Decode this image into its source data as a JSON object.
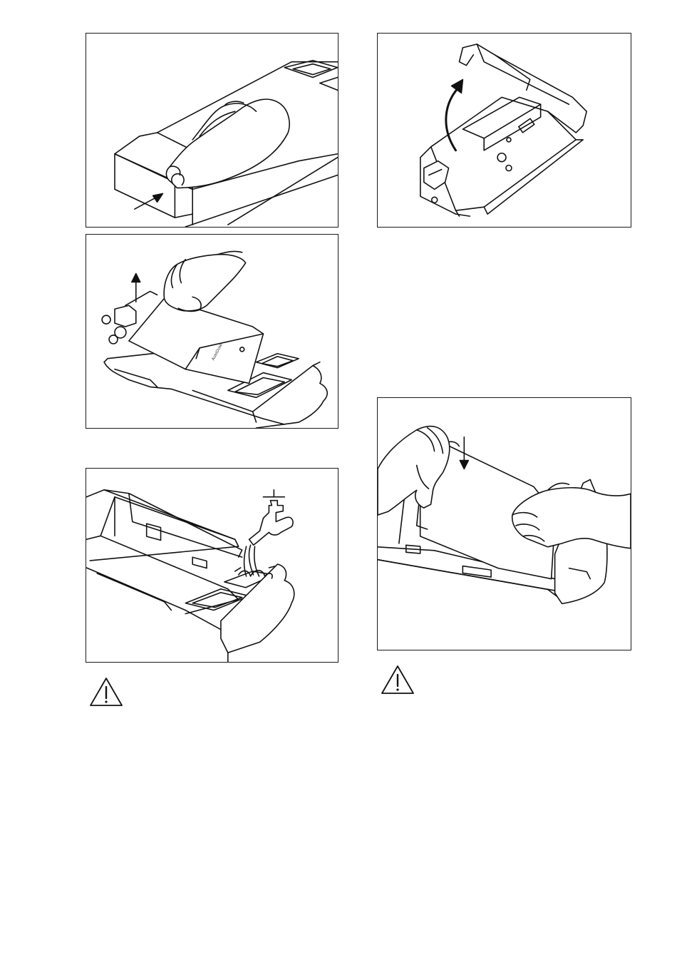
{
  "figures": [
    {
      "id": "fig-1",
      "icon": "hand-pressing-release-lever-illustration"
    },
    {
      "id": "fig-2",
      "icon": "hand-lifting-dispenser-cover-illustration"
    },
    {
      "id": "fig-3",
      "icon": "tap-rinsing-dispenser-illustration"
    },
    {
      "id": "fig-4",
      "icon": "hinged-lid-opening-illustration"
    },
    {
      "id": "fig-5",
      "icon": "hands-refitting-cover-illustration"
    }
  ],
  "warnings": [
    {
      "icon": "warning-triangle-icon"
    },
    {
      "icon": "warning-triangle-icon"
    }
  ],
  "dispenser_branding": "AutoDose"
}
